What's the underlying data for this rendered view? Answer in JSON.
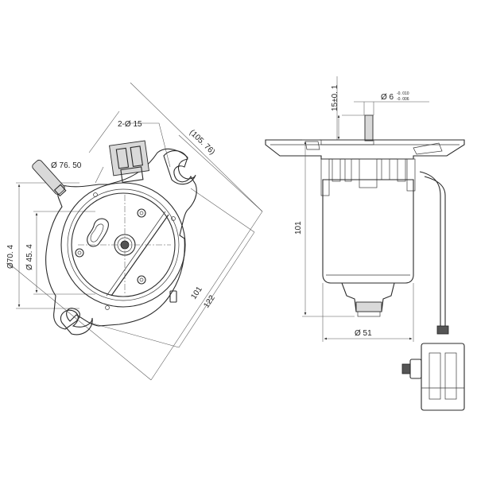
{
  "front_view": {
    "dim_pin_holes": "2-Ø 15",
    "dim_outer": "Ø 76. 50",
    "dim_diag_top": "(105. 76)",
    "dim_vert_outer": "Ø70. 4",
    "dim_vert_inner": "Ø 45. 4",
    "dim_diag_101": "101",
    "dim_diag_122": "122"
  },
  "side_view": {
    "dim_shaft_height": "15±0. 1",
    "dim_shaft_dia": "Ø 6",
    "dim_shaft_tol_upper": "-0. 010",
    "dim_shaft_tol_lower": "-0. 006",
    "dim_body_height": "101",
    "dim_body_width": "Ø 51"
  }
}
